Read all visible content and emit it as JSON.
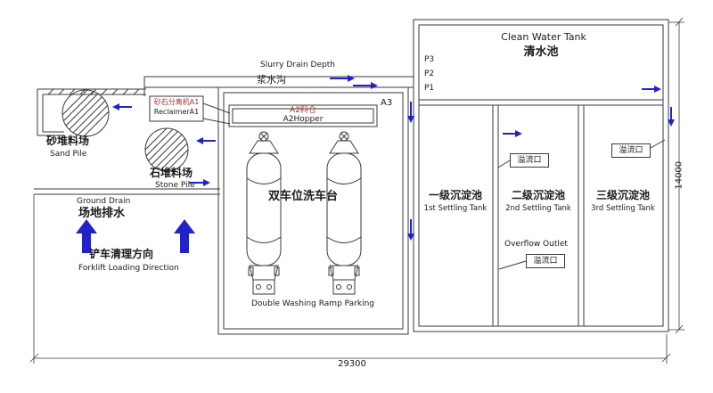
{
  "colors": {
    "line": "#3a3a3a",
    "arrow": "#2222cc",
    "red": "#aa3333",
    "background": "#ffffff"
  },
  "drawing": {
    "clean_water_tank": {
      "title_en": "Clean Water Tank",
      "title_zh": "清水池",
      "levels": [
        "P3",
        "P2",
        "P1"
      ]
    },
    "settling_tanks": [
      {
        "zh": "一级沉淀池",
        "en": "1st Settling Tank"
      },
      {
        "zh": "二级沉淀池",
        "en": "2nd Settling Tank"
      },
      {
        "zh": "三级沉淀池",
        "en": "3rd Settling Tank"
      }
    ],
    "overflow_outlet": {
      "en": "Overflow Outlet",
      "zh": "溢流口"
    },
    "washing_bay": {
      "zh": "双车位洗车台",
      "en": "Double Washing Ramp Parking"
    },
    "hopper": {
      "zh": "A2料仓",
      "en": "A2Hopper"
    },
    "reclaimer": {
      "zh": "砂石分离机A1",
      "en": "ReclaimerA1"
    },
    "a3_label": "A3",
    "sand_pile": {
      "zh": "砂堆料场",
      "en": "Sand Pile"
    },
    "stone_pile": {
      "zh": "石堆料场",
      "en": "Stone Pile"
    },
    "slurry_drain": {
      "en": "Slurry Drain Depth",
      "zh": "浆水沟"
    },
    "ground_drain": {
      "en": "Ground Drain",
      "zh": "场地排水"
    },
    "forklift": {
      "zh": "铲车清理方向",
      "en": "Forklift Loading Direction"
    },
    "dimensions": {
      "width_mm": "29300",
      "height_mm": "14000"
    }
  }
}
